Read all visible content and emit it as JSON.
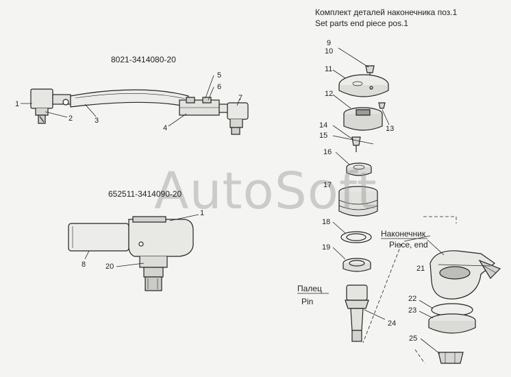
{
  "titles": {
    "kit_ru": "Комплект деталей наконечника поз.1",
    "kit_en": "Set parts end piece  pos.1",
    "assembly_top": "8021-3414080-20",
    "assembly_bottom": "652511-3414090-20"
  },
  "terms": {
    "tip_ru": "Наконечник",
    "tip_en": "Piece, end",
    "pin_ru": "Палец",
    "pin_en": "Pin"
  },
  "watermark": "AutoSoft",
  "callouts": {
    "c1a": "1",
    "c2": "2",
    "c3": "3",
    "c4": "4",
    "c5": "5",
    "c6": "6",
    "c7": "7",
    "c1b": "1",
    "c8": "8",
    "c20": "20",
    "c9": "9",
    "c10": "10",
    "c11": "11",
    "c12": "12",
    "c13": "13",
    "c14": "14",
    "c15": "15",
    "c16": "16",
    "c17": "17",
    "c18": "18",
    "c19": "19",
    "c24": "24",
    "c21": "21",
    "c22": "22",
    "c23": "23",
    "c25": "25"
  }
}
